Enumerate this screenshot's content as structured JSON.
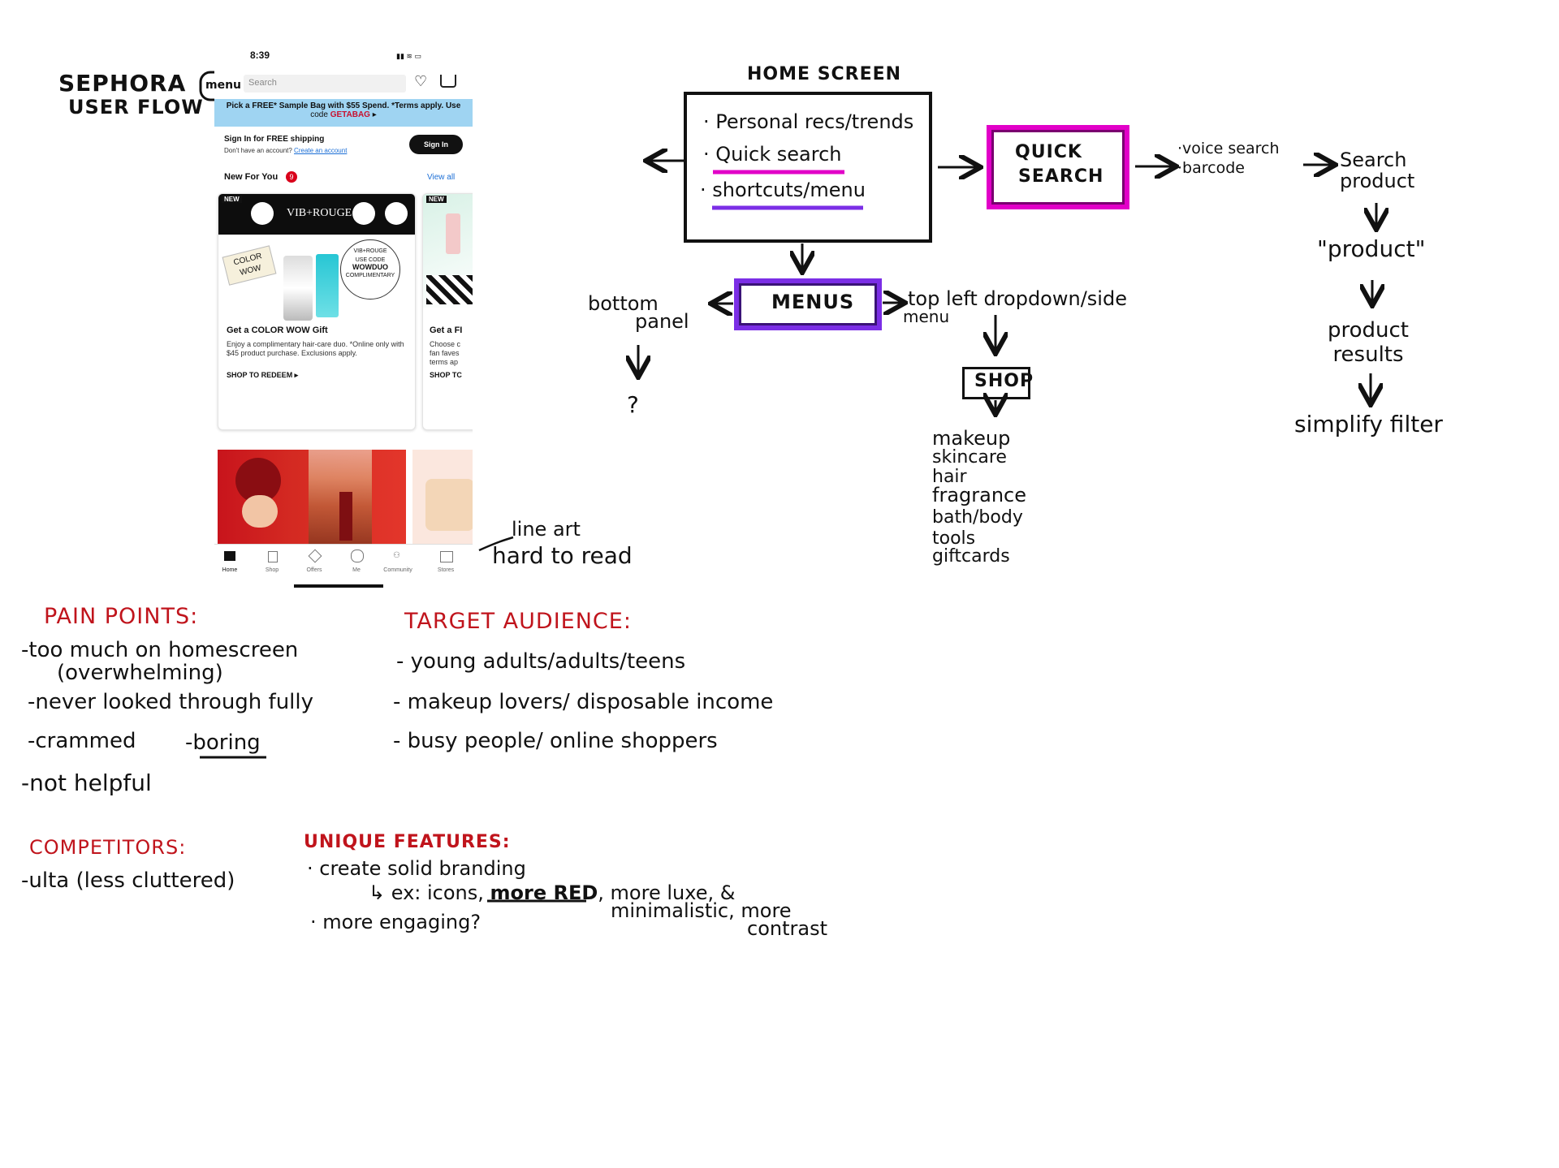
{
  "title": {
    "line1": "SEPHORA",
    "line2": "USER FLOW"
  },
  "menu_bubble": "menu",
  "phone": {
    "time": "8:39",
    "search_placeholder": "Search",
    "promo_line1": "Pick a FREE* Sample Bag with $55 Spend. *Terms apply. Use",
    "promo_line2_prefix": "code",
    "promo_code": "GETABAG",
    "promo_arrow": "▸",
    "signin_title": "Sign In for FREE shipping",
    "signin_sub": "Don't have an account?",
    "signin_link": "Create an account",
    "signin_button": "Sign In",
    "new_for_you": "New For You",
    "new_count": "9",
    "view_all": "View all",
    "card1": {
      "badge": "NEW",
      "banner": "VIB+ROUGE",
      "tag": "COLOR WOW",
      "seal_top": "VIB+ROUGE",
      "seal_mid1": "USE CODE",
      "seal_mid2": "WOWDUO",
      "seal_bottom": "COMPLIMENTARY",
      "title": "Get a COLOR WOW Gift",
      "body": "Enjoy a complimentary hair-care duo. *Online only with $45 product purchase. Exclusions apply.",
      "cta": "SHOP TO REDEEM ▸"
    },
    "card2": {
      "badge": "NEW",
      "title": "Get a FI",
      "body1": "Choose c",
      "body2": "fan faves",
      "body3": "terms ap",
      "cta": "SHOP TC"
    },
    "tabs": [
      "Home",
      "Shop",
      "Offers",
      "Me",
      "Community",
      "Stores"
    ]
  },
  "annotations": {
    "line_art_1": "line art",
    "line_art_2": "hard to read"
  },
  "flow": {
    "home_screen_title": "HOME SCREEN",
    "home_items": [
      "Personal recs/trends",
      "Quick search",
      "shortcuts/menu"
    ],
    "quick_search_box": [
      "QUICK",
      "SEARCH"
    ],
    "search_options": [
      "voice search",
      "barcode"
    ],
    "search_steps": [
      "Search product",
      "\"product\"",
      "product results",
      "simplify filter"
    ],
    "menus_box": "MENUS",
    "bottom_panel": [
      "bottom",
      "panel"
    ],
    "question": "?",
    "top_left": [
      "top left dropdown/side",
      "menu"
    ],
    "shop_box": "SHOP",
    "shop_items": [
      "makeup",
      "skincare",
      "hair",
      "fragrance",
      "bath/body",
      "tools",
      "giftcards"
    ]
  },
  "pain_points": {
    "heading": "PAIN POINTS:",
    "items": [
      "-too much on homescreen",
      "(overwhelming)",
      "-never looked through fully",
      "-crammed",
      "-boring",
      "-not helpful"
    ]
  },
  "target_audience": {
    "heading": "TARGET AUDIENCE:",
    "items": [
      "- young adults/adults/teens",
      "- makeup lovers/ disposable income",
      "- busy people/ online shoppers"
    ]
  },
  "competitors": {
    "heading": "COMPETITORS:",
    "items": [
      "-ulta (less cluttered)"
    ]
  },
  "unique_features": {
    "heading": "UNIQUE FEATURES:",
    "line1": "· create solid branding",
    "line2_prefix": "↳ ex: icons,",
    "line2_red": "more RED",
    "line2_suffix": ", more luxe, &",
    "line3": "minimalistic, more",
    "line4": "contrast",
    "line5": "· more engaging?"
  },
  "colors": {
    "red": "#c0141c",
    "magenta": "#e200c8",
    "purple": "#7b2ee6",
    "promo_blue": "#9fd4f2"
  }
}
